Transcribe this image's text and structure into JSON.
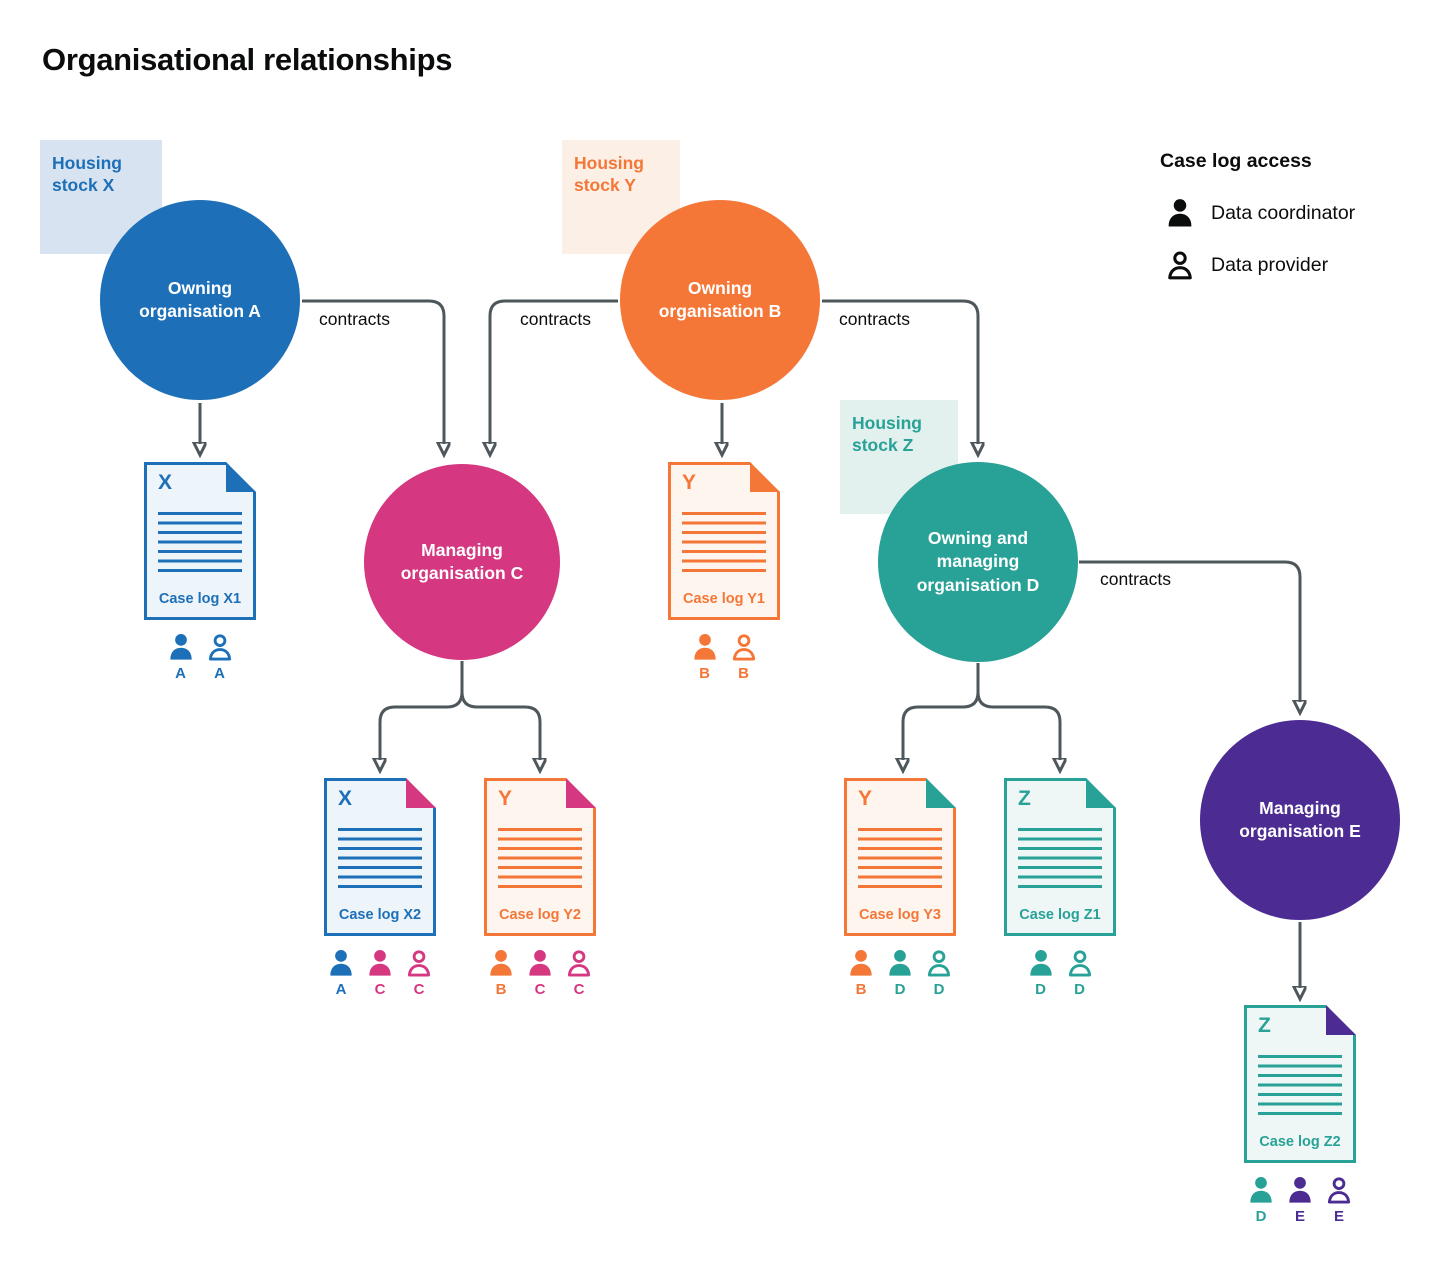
{
  "title": "Organisational relationships",
  "legend": {
    "title": "Case log access",
    "items": [
      {
        "icon": "person-filled-icon",
        "label": "Data coordinator"
      },
      {
        "icon": "person-outline-icon",
        "label": "Data provider"
      }
    ]
  },
  "contracts_label": "contracts",
  "housing_stocks": [
    {
      "id": "X",
      "label": "Housing stock X",
      "color": "#1d70b8",
      "bg": "#d7e3f1"
    },
    {
      "id": "Y",
      "label": "Housing stock Y",
      "color": "#f47738",
      "bg": "#fcefe6"
    },
    {
      "id": "Z",
      "label": "Housing stock Z",
      "color": "#28a197",
      "bg": "#e2f0ee"
    }
  ],
  "organisations": [
    {
      "id": "A",
      "label": "Owning organisation A",
      "color": "#1d70b8"
    },
    {
      "id": "B",
      "label": "Owning organisation B",
      "color": "#f47738"
    },
    {
      "id": "C",
      "label": "Managing organisation C",
      "color": "#d53880"
    },
    {
      "id": "D",
      "label": "Owning and managing organisation D",
      "color": "#28a197"
    },
    {
      "id": "E",
      "label": "Managing organisation E",
      "color": "#4c2c92"
    }
  ],
  "case_logs": [
    {
      "letter": "X",
      "title": "Case log X1",
      "doc_color": "#1d70b8",
      "fold_color": "#1d70b8",
      "access": [
        {
          "role": "coordinator",
          "letter": "A",
          "color": "#1d70b8"
        },
        {
          "role": "provider",
          "letter": "A",
          "color": "#1d70b8"
        }
      ]
    },
    {
      "letter": "Y",
      "title": "Case log Y1",
      "doc_color": "#f47738",
      "fold_color": "#f47738",
      "access": [
        {
          "role": "coordinator",
          "letter": "B",
          "color": "#f47738"
        },
        {
          "role": "provider",
          "letter": "B",
          "color": "#f47738"
        }
      ]
    },
    {
      "letter": "X",
      "title": "Case log X2",
      "doc_color": "#1d70b8",
      "fold_color": "#d53880",
      "access": [
        {
          "role": "coordinator",
          "letter": "A",
          "color": "#1d70b8"
        },
        {
          "role": "coordinator",
          "letter": "C",
          "color": "#d53880"
        },
        {
          "role": "provider",
          "letter": "C",
          "color": "#d53880"
        }
      ]
    },
    {
      "letter": "Y",
      "title": "Case log Y2",
      "doc_color": "#f47738",
      "fold_color": "#d53880",
      "access": [
        {
          "role": "coordinator",
          "letter": "B",
          "color": "#f47738"
        },
        {
          "role": "coordinator",
          "letter": "C",
          "color": "#d53880"
        },
        {
          "role": "provider",
          "letter": "C",
          "color": "#d53880"
        }
      ]
    },
    {
      "letter": "Y",
      "title": "Case log Y3",
      "doc_color": "#f47738",
      "fold_color": "#28a197",
      "access": [
        {
          "role": "coordinator",
          "letter": "B",
          "color": "#f47738"
        },
        {
          "role": "coordinator",
          "letter": "D",
          "color": "#28a197"
        },
        {
          "role": "provider",
          "letter": "D",
          "color": "#28a197"
        }
      ]
    },
    {
      "letter": "Z",
      "title": "Case log Z1",
      "doc_color": "#28a197",
      "fold_color": "#28a197",
      "access": [
        {
          "role": "coordinator",
          "letter": "D",
          "color": "#28a197"
        },
        {
          "role": "provider",
          "letter": "D",
          "color": "#28a197"
        }
      ]
    },
    {
      "letter": "Z",
      "title": "Case log Z2",
      "doc_color": "#28a197",
      "fold_color": "#4c2c92",
      "access": [
        {
          "role": "coordinator",
          "letter": "D",
          "color": "#28a197"
        },
        {
          "role": "coordinator",
          "letter": "E",
          "color": "#4c2c92"
        },
        {
          "role": "provider",
          "letter": "E",
          "color": "#4c2c92"
        }
      ]
    }
  ],
  "colors": {
    "arrow": "#4e575c",
    "text": "#0b0c0c"
  }
}
